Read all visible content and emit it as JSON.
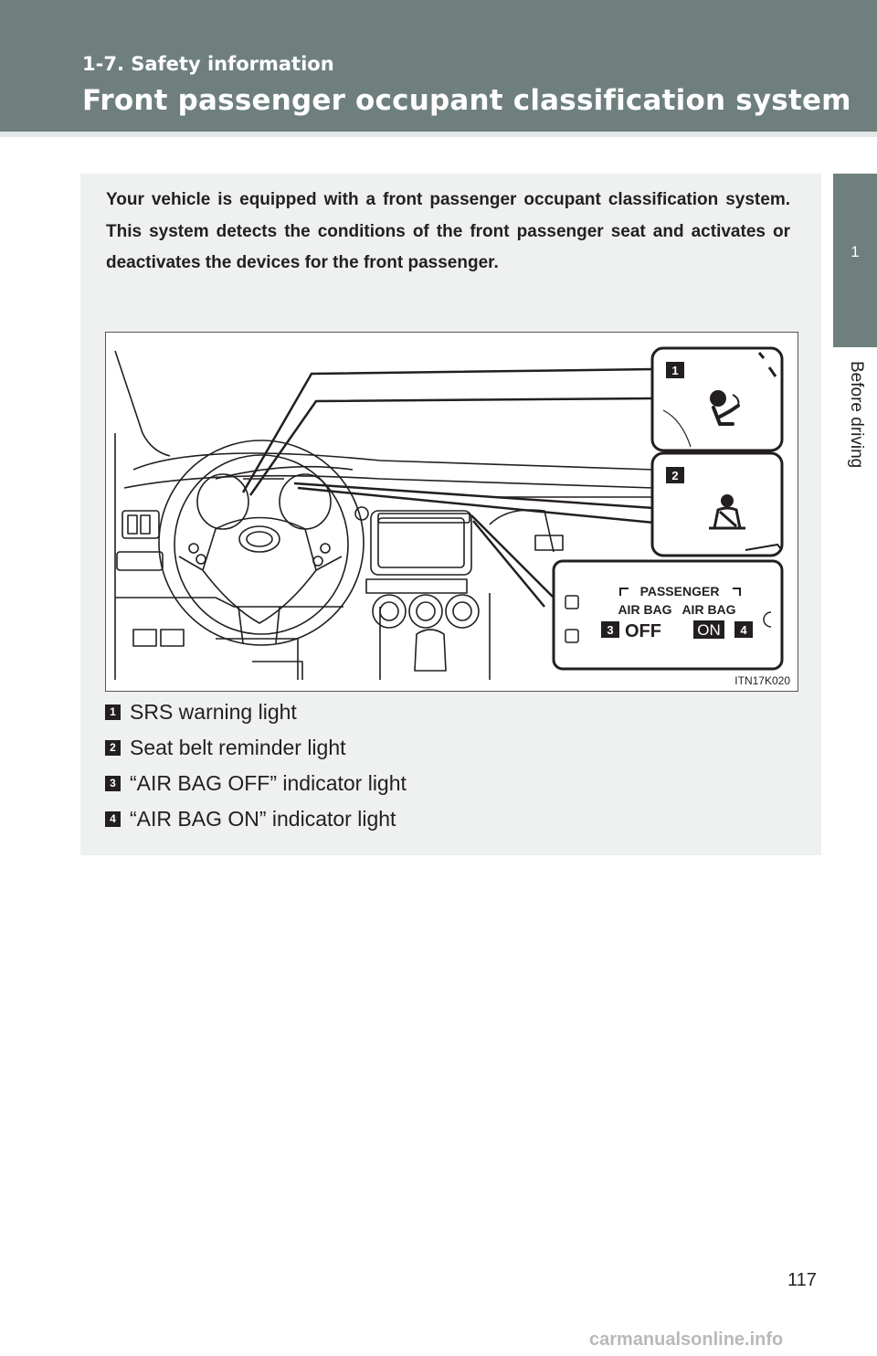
{
  "header": {
    "section": "1-7. Safety information",
    "title": "Front passenger occupant classification system"
  },
  "side_tab": {
    "chapter_number": "1",
    "chapter_label": "Before driving"
  },
  "intro": "Your vehicle is equipped with a front passenger occupant classification system. This system detects the conditions of the front passenger seat and activates or deactivates the devices for the front passenger.",
  "figure": {
    "code": "ITN17K020",
    "callouts": [
      "1",
      "2"
    ],
    "indicator_panel": {
      "heading": "PASSENGER",
      "left_label": "AIR BAG",
      "right_label": "AIR BAG",
      "off_text": "OFF",
      "on_text": "ON",
      "off_number": "3",
      "on_number": "4"
    }
  },
  "legend": [
    {
      "number": "1",
      "text": "SRS warning light"
    },
    {
      "number": "2",
      "text": "Seat belt reminder light"
    },
    {
      "number": "3",
      "text": "“AIR BAG OFF” indicator light"
    },
    {
      "number": "4",
      "text": "“AIR BAG ON” indicator light"
    }
  ],
  "page_number": "117",
  "watermark": "carmanualsonline.info"
}
